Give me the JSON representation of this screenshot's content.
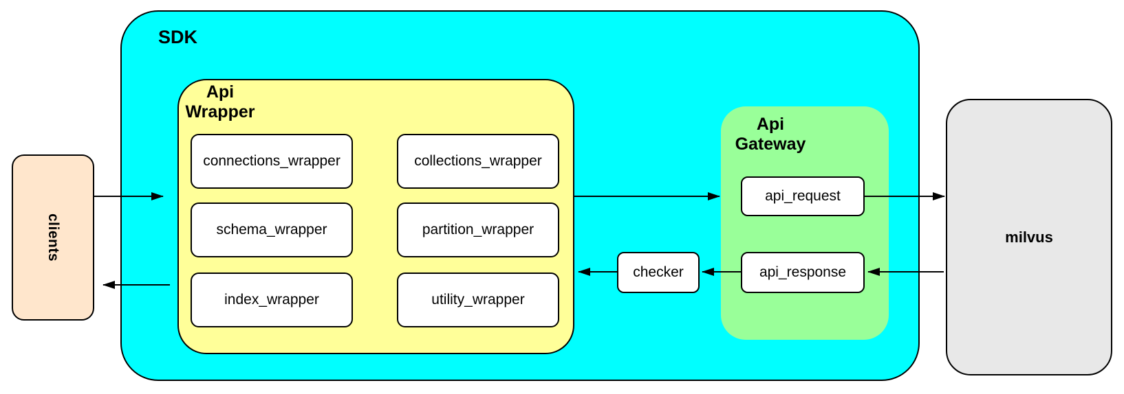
{
  "nodes": {
    "clients": {
      "label": "clients"
    },
    "sdk": {
      "label": "SDK"
    },
    "api_wrapper": {
      "label": "Api Wrapper",
      "children": [
        "connections_wrapper",
        "collections_wrapper",
        "schema_wrapper",
        "partition_wrapper",
        "index_wrapper",
        "utility_wrapper"
      ]
    },
    "checker": {
      "label": "checker"
    },
    "api_gateway": {
      "label": "Api Gateway",
      "children": [
        "api_request",
        "api_response"
      ]
    },
    "milvus": {
      "label": "milvus"
    }
  },
  "connections": [
    {
      "from": "clients",
      "to": "SDK"
    },
    {
      "from": "Api Wrapper",
      "to": "Api Gateway"
    },
    {
      "from": "api_request",
      "to": "milvus"
    },
    {
      "from": "milvus",
      "to": "api_response"
    },
    {
      "from": "api_response",
      "to": "checker"
    },
    {
      "from": "checker",
      "to": "Api Wrapper"
    },
    {
      "from": "Api Wrapper",
      "to": "clients"
    }
  ],
  "colors": {
    "sdk_fill": "#00ffff",
    "api_wrapper_fill": "#ffff99",
    "api_gateway_fill": "#99ff99",
    "clients_fill": "#ffe6cc",
    "milvus_fill": "#e8e8e8",
    "node_fill": "#ffffff",
    "stroke": "#000000",
    "background": "#ffffff"
  }
}
